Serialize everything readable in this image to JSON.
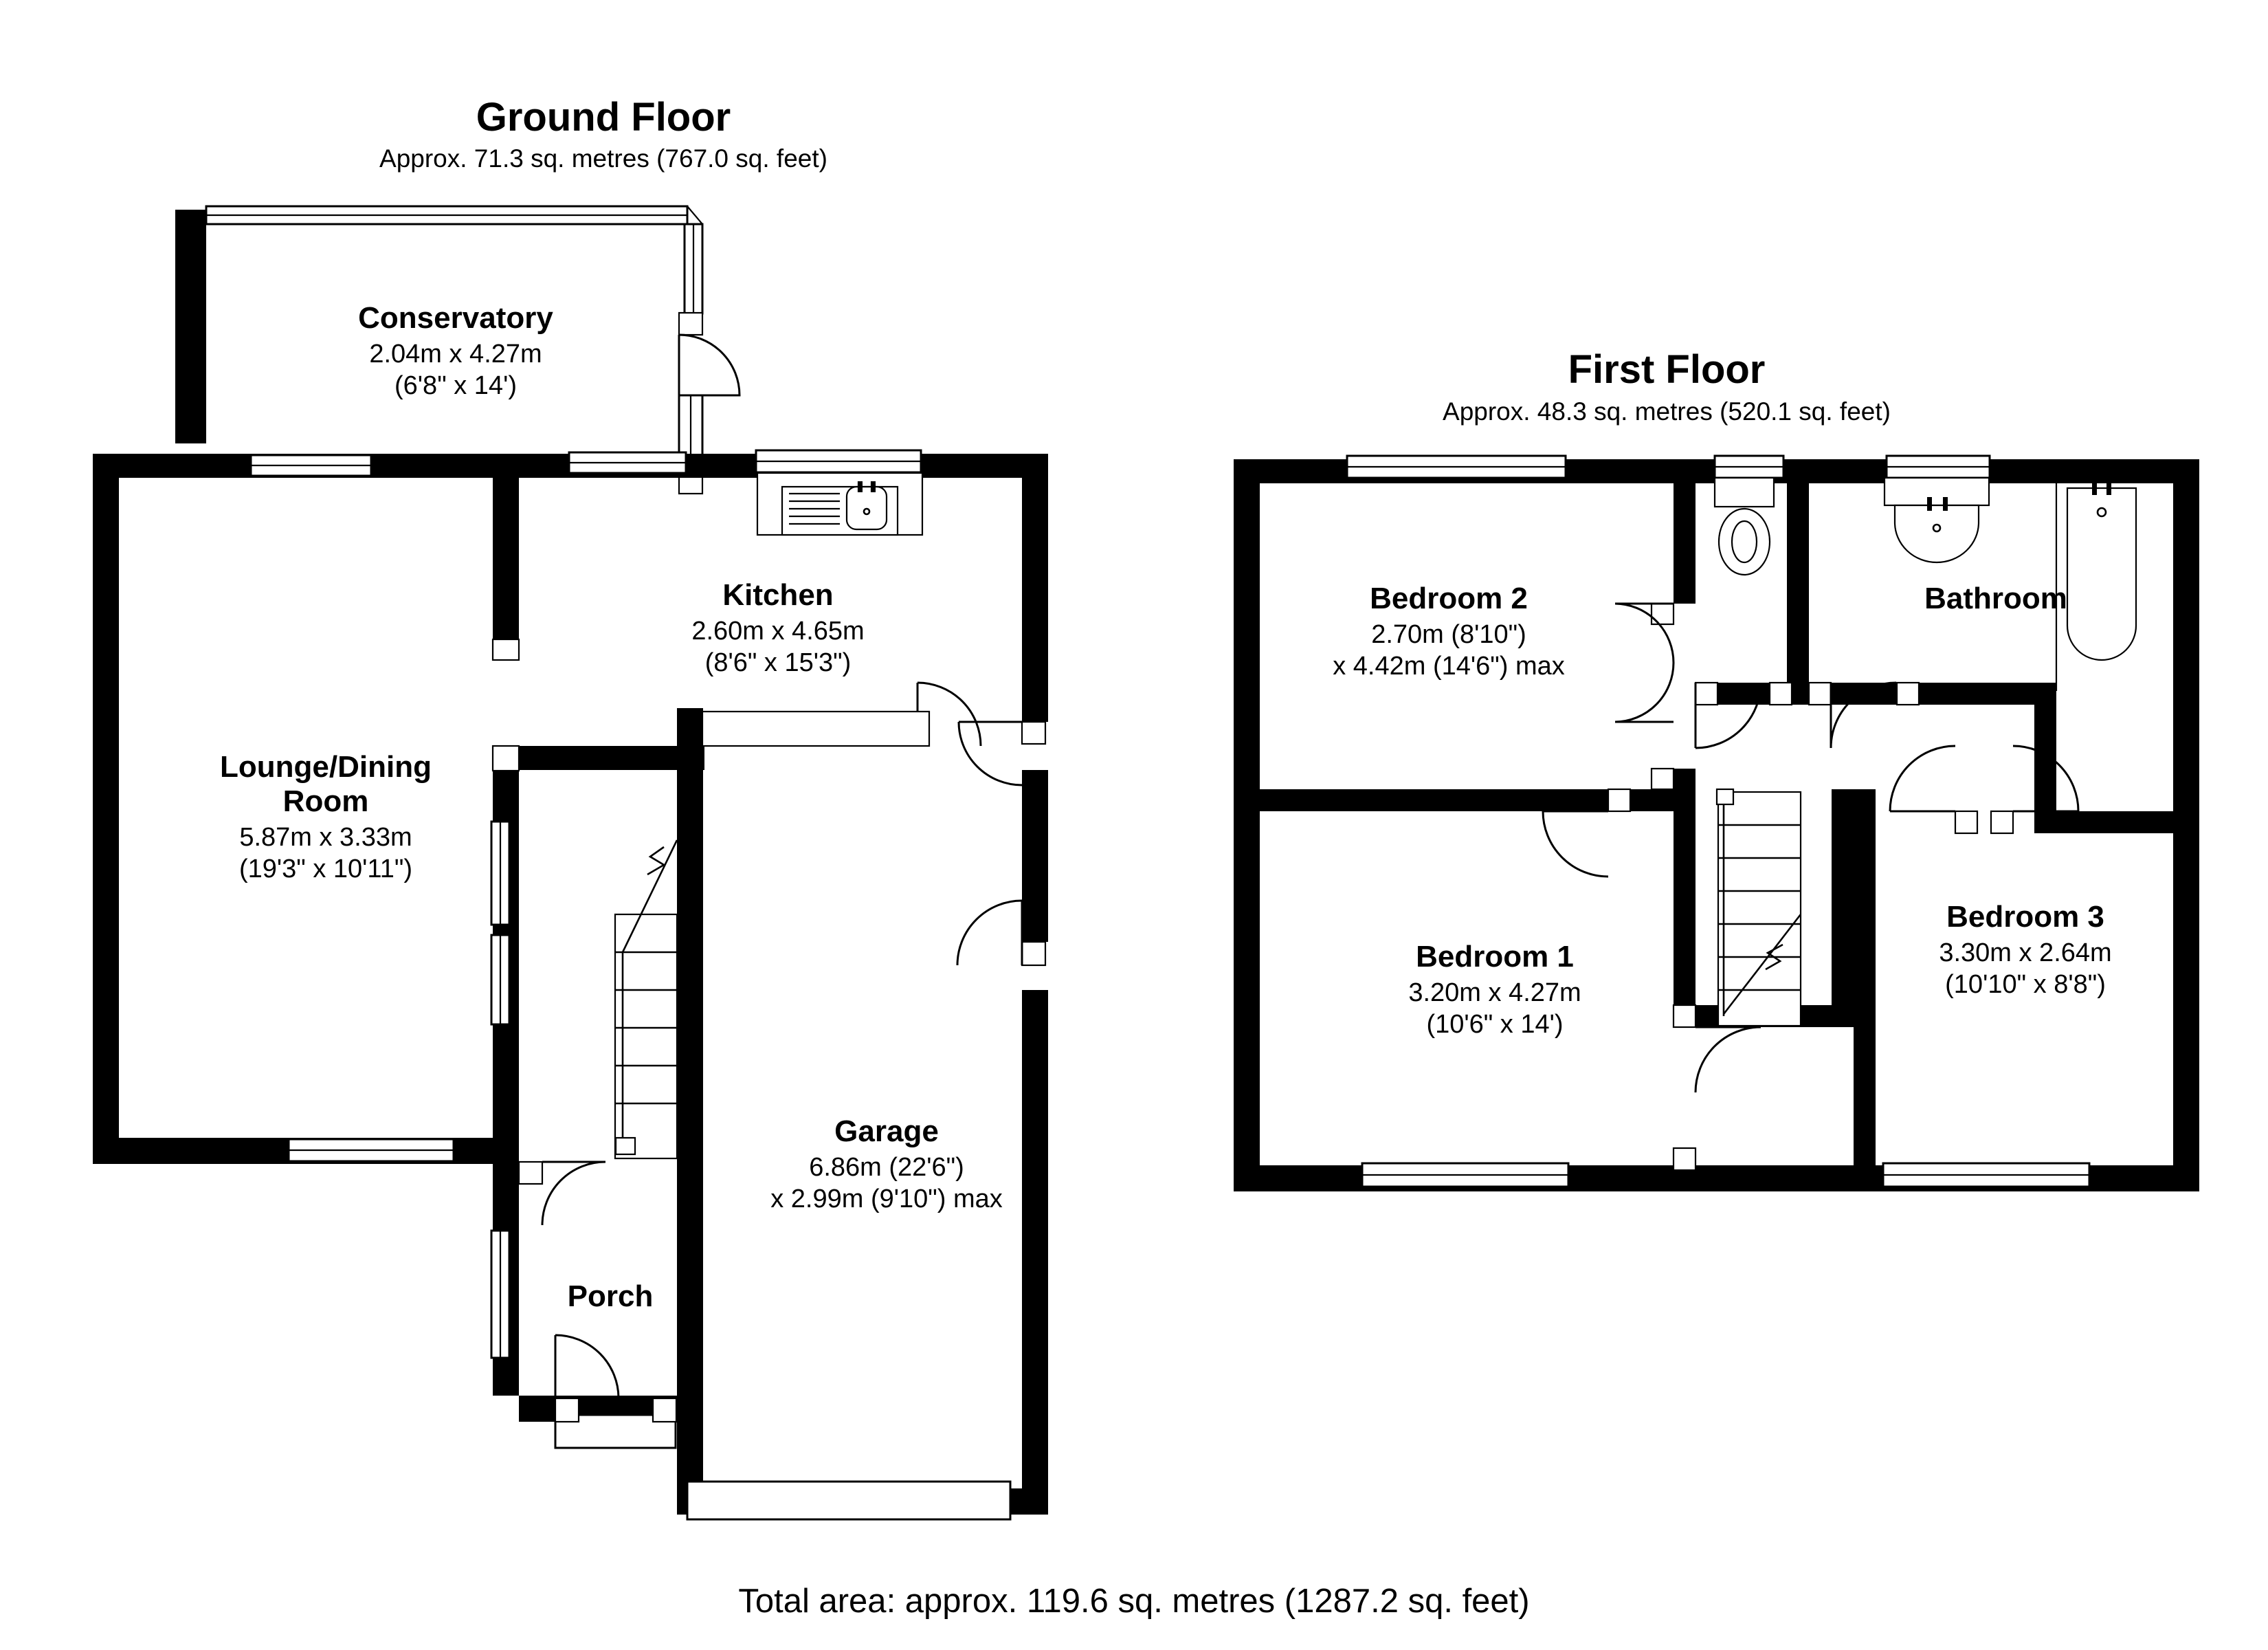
{
  "document": {
    "type": "floor-plan",
    "total_area_label": "Total area: approx. 119.6 sq. metres (1287.2 sq. feet)"
  },
  "ground_floor": {
    "title": "Ground Floor",
    "subtitle": "Approx. 71.3 sq. metres (767.0 sq. feet)",
    "rooms": [
      {
        "name": "Conservatory",
        "dim_metric": "2.04m x 4.27m",
        "dim_imperial": "(6'8\" x 14')"
      },
      {
        "name": "Kitchen",
        "dim_metric": "2.60m x 4.65m",
        "dim_imperial": "(8'6\" x 15'3\")"
      },
      {
        "name": "Lounge/Dining",
        "name_line2": "Room",
        "dim_metric": "5.87m x 3.33m",
        "dim_imperial": "(19'3\" x 10'11\")"
      },
      {
        "name": "Garage",
        "dim_metric": "6.86m (22'6\")",
        "dim_imperial": "x 2.99m (9'10\") max"
      },
      {
        "name": "Porch",
        "dim_metric": "",
        "dim_imperial": ""
      }
    ]
  },
  "first_floor": {
    "title": "First Floor",
    "subtitle": "Approx. 48.3 sq. metres (520.1 sq. feet)",
    "rooms": [
      {
        "name": "Bedroom 2",
        "dim_metric": "2.70m (8'10\")",
        "dim_imperial": "x 4.42m (14'6\") max"
      },
      {
        "name": "Bathroom",
        "dim_metric": "",
        "dim_imperial": ""
      },
      {
        "name": "Bedroom 1",
        "dim_metric": "3.20m x 4.27m",
        "dim_imperial": "(10'6\" x 14')"
      },
      {
        "name": "Bedroom 3",
        "dim_metric": "3.30m x 2.64m",
        "dim_imperial": "(10'10\" x 8'8\")"
      }
    ]
  },
  "colors": {
    "wall": "#000000",
    "background": "#ffffff",
    "line": "#000000"
  }
}
